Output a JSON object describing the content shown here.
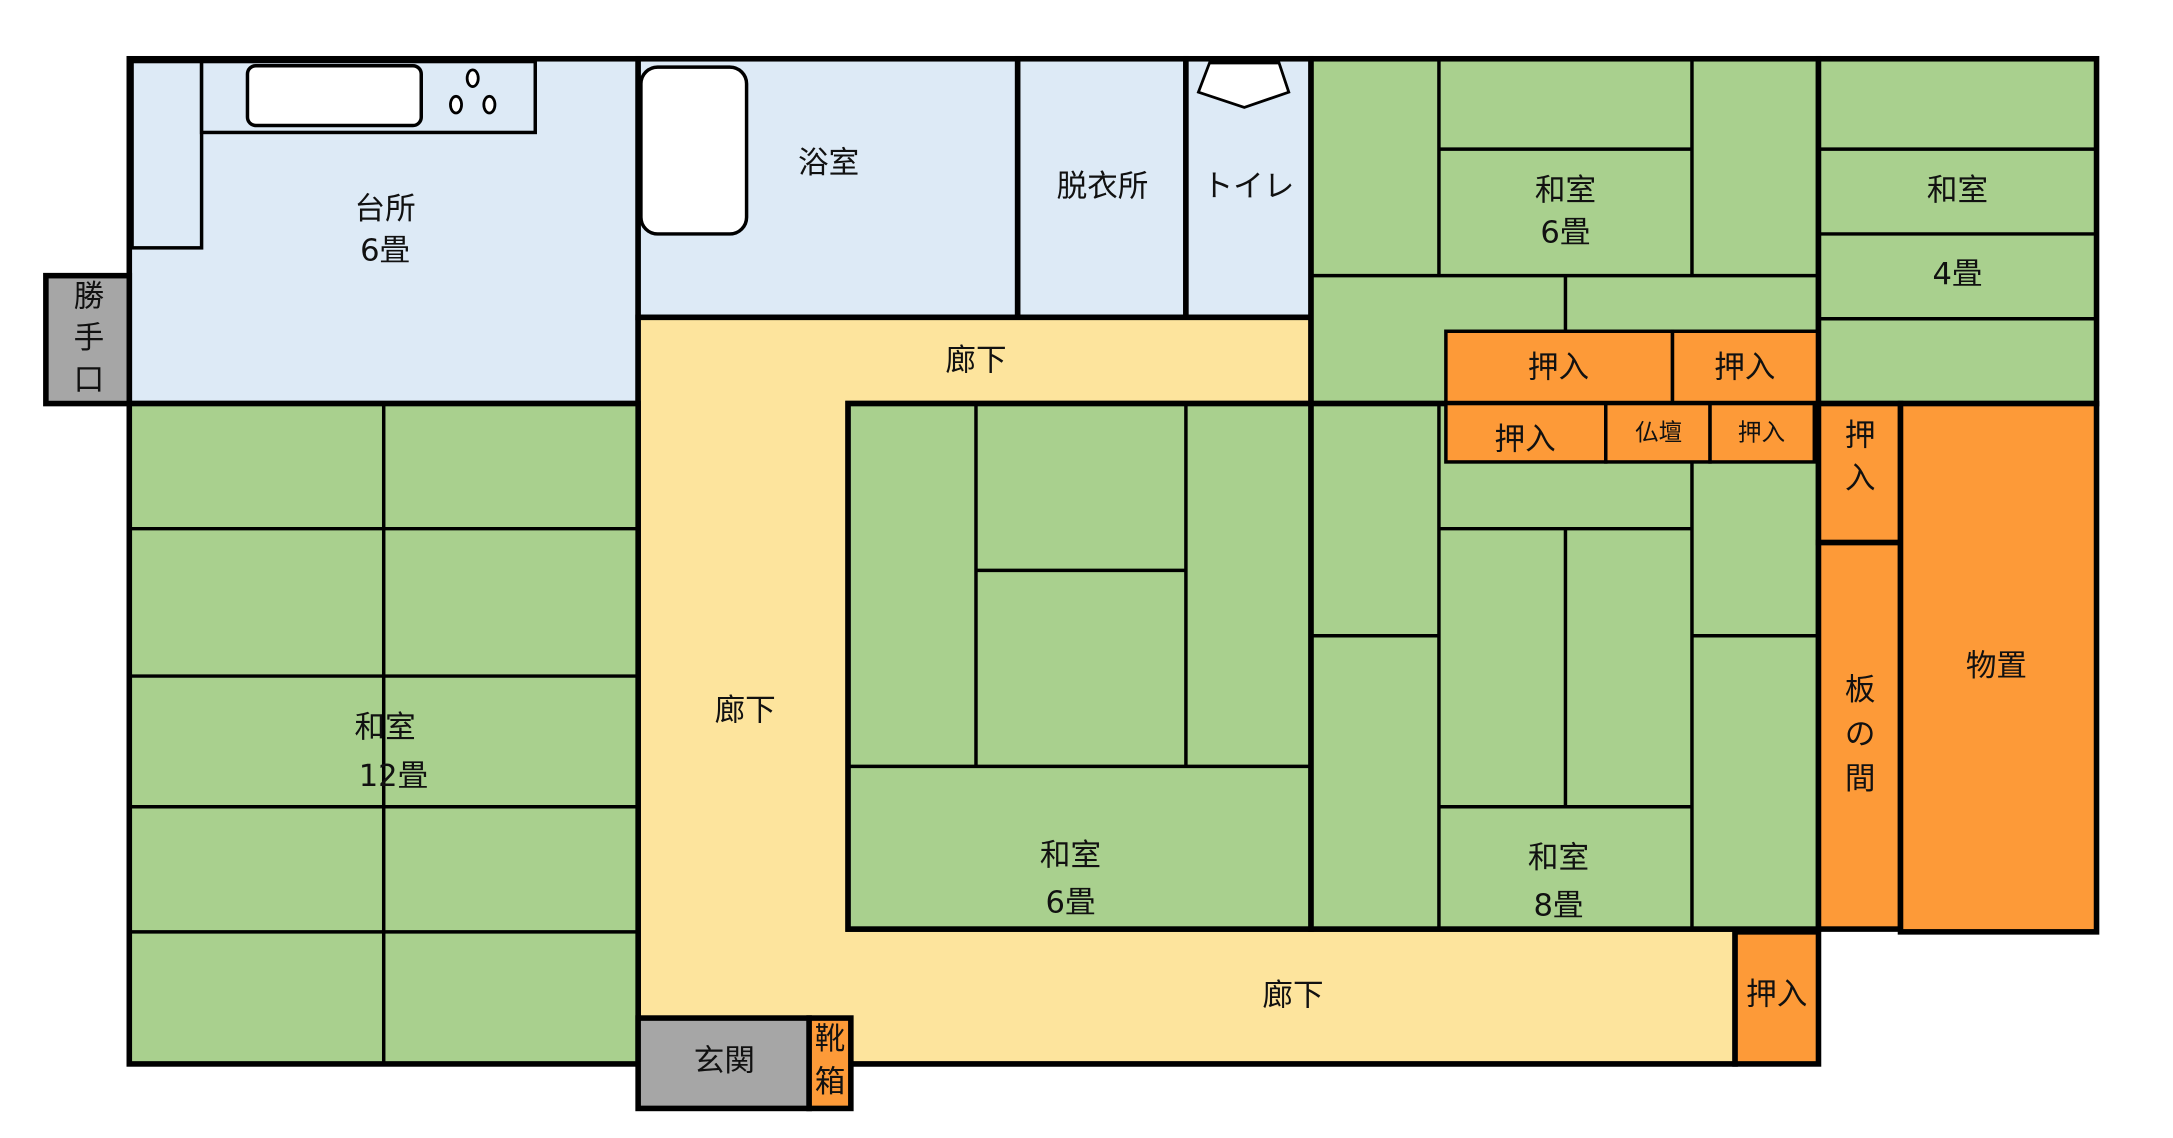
{
  "colors": {
    "tatami": "#a9d08e",
    "water": "#ddeaf6",
    "corridor": "#fde49d",
    "storage": "#fd9a38",
    "entry": "#a6a6a6"
  },
  "rooms": {
    "kitchen": {
      "name": "台所",
      "size": "6畳"
    },
    "back_door": [
      "勝",
      "手",
      "口"
    ],
    "bath": "浴室",
    "dressing": "脱衣所",
    "toilet": "トイレ",
    "washitsu_ne": {
      "name": "和室",
      "size": "6畳"
    },
    "washitsu_e": {
      "name": "和室",
      "size": "4畳"
    },
    "corridor_top": "廊下",
    "corridor_left": "廊下",
    "corridor_bottom": "廊下",
    "oshiire": "押入",
    "butsudan": "仏壇",
    "oshiire_v": [
      "押",
      "入"
    ],
    "itanoma": [
      "板",
      "の",
      "間"
    ],
    "storeroom": "物置",
    "washitsu_w": {
      "name": "和室",
      "size": "12畳"
    },
    "washitsu_c": {
      "name": "和室",
      "size": "6畳"
    },
    "washitsu_se": {
      "name": "和室",
      "size": "8畳"
    },
    "entrance": "玄関",
    "shoebox": [
      "靴",
      "箱"
    ]
  }
}
